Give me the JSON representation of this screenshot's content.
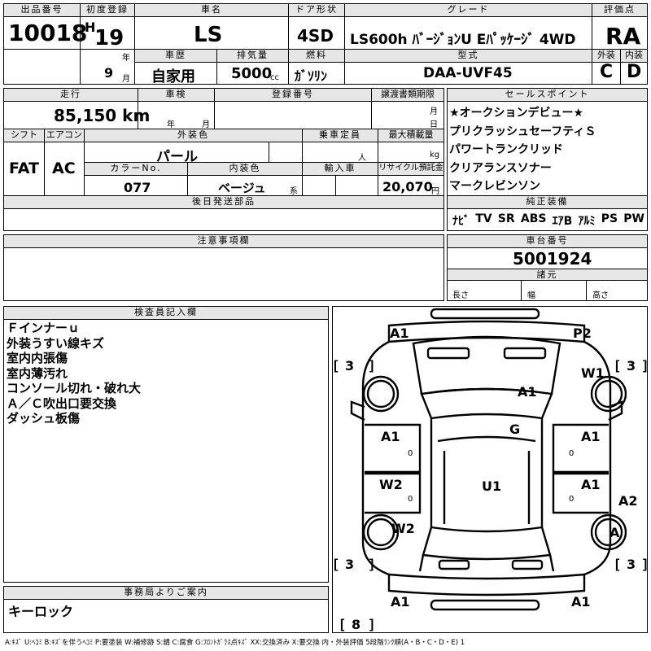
{
  "header": {
    "lot_no_label": "出品番号",
    "lot_no": "10018",
    "first_reg_label": "初度登録",
    "era": "H",
    "year": "19",
    "year_unit": "年",
    "month": "9",
    "month_unit": "月",
    "car_name_label": "車名",
    "car_name": "LS",
    "door_label": "ドア形状",
    "door": "4SD",
    "grade_label": "グレード",
    "grade": "LS600h ﾊﾞｰｼﾞｮﾝU Eﾊﾟｯｹｰｼﾞ 4WD",
    "score_label": "評価点",
    "score": "RA",
    "history_label": "車歴",
    "history": "自家用",
    "displacement_label": "排気量",
    "displacement": "5000",
    "displacement_unit": "cc",
    "fuel_label": "燃料",
    "fuel": "ｶﾞｿﾘﾝ",
    "model_label": "型式",
    "model": "DAA-UVF45",
    "ext_label": "外装",
    "ext_grade": "C",
    "int_label": "内装",
    "int_grade": "D"
  },
  "row2": {
    "mileage_label": "走行",
    "mileage": "85,150 km",
    "inspection_label": "車検",
    "insp_year_unit": "年",
    "insp_month_unit": "月",
    "reg_label": "登録番号",
    "transfer_label": "譲渡書類期限",
    "transfer_month_unit": "月",
    "transfer_day_unit": "日",
    "shift_label": "シフト",
    "shift": "FAT",
    "ac_label": "エアコン",
    "ac": "AC",
    "color_label": "外装色",
    "color": "パール",
    "capacity_label": "乗車定員",
    "capacity_unit": "人",
    "load_label": "最大積載量",
    "load_unit": "kg",
    "color_no_label": "カラーNo.",
    "color_no": "077",
    "int_color_label": "内装色",
    "int_color": "ベージュ",
    "int_color_suffix": "系",
    "import_label": "輸入車",
    "recycle_label": "リサイクル預託金",
    "recycle": "20,070",
    "recycle_unit": "円",
    "later_label": "後日発送部品"
  },
  "sales_points": {
    "label": "セールスポイント",
    "items": [
      "★オークションデビュー★",
      "プリクラッシュセーフティＳ",
      "パワートランクリッド",
      "クリアランスソナー",
      "マークレビンソン"
    ]
  },
  "equipment": {
    "label": "純正装備",
    "items": [
      "ﾅﾋﾞ",
      "TV",
      "SR",
      "ABS",
      "ｴｱB",
      "ｱﾙﾐ",
      "PS",
      "PW"
    ]
  },
  "notes": {
    "label": "注意事項欄"
  },
  "chassis": {
    "label": "車台番号",
    "number": "5001924",
    "spec_label": "諸元",
    "length_label": "長さ",
    "width_label": "幅",
    "height_label": "高さ"
  },
  "inspector": {
    "label": "検査員記入欄",
    "lines": [
      "Ｆインナーｕ",
      "外装うすい線キズ",
      "室内内張傷",
      "室内薄汚れ",
      "コンソール切れ・破れ大",
      "Ａ／Ｃ吹出口要交換",
      "ダッシュ板傷"
    ]
  },
  "office": {
    "label": "事務局よりご案内",
    "text": "キーロック"
  },
  "diagram": {
    "marks": {
      "front_left": "A1",
      "front_right": "P2",
      "fender_fr": "W1",
      "hood": "A1",
      "roof": "G",
      "door_fl": "A1",
      "door_fr": "A1",
      "door_rl": "W2",
      "door_rr": "A1",
      "quarter_r": "A2",
      "fender_rl": "W2",
      "cabin": "U1",
      "wheel_rr": "A",
      "rear_left": "A1",
      "rear_right": "A1"
    },
    "tire_fl": "3",
    "tire_fr": "3",
    "tire_rl": "3",
    "tire_rr": "3",
    "spare": "8",
    "zeros": [
      "0",
      "0",
      "0",
      "0"
    ]
  },
  "legend": "A:ｷｽﾞ U:ﾍｺﾐ B:ｷｽﾞを伴うﾍｺﾐ P:要塗装 W:補修跡 S:錆 C:腐食 G:ﾌﾛﾝﾄｶﾞﾗｽ点ｷｽﾞ XX:交換済み X:要交換 内・外装評価 5段階ﾗﾝｸ順(A・B・C・D・E) 1"
}
